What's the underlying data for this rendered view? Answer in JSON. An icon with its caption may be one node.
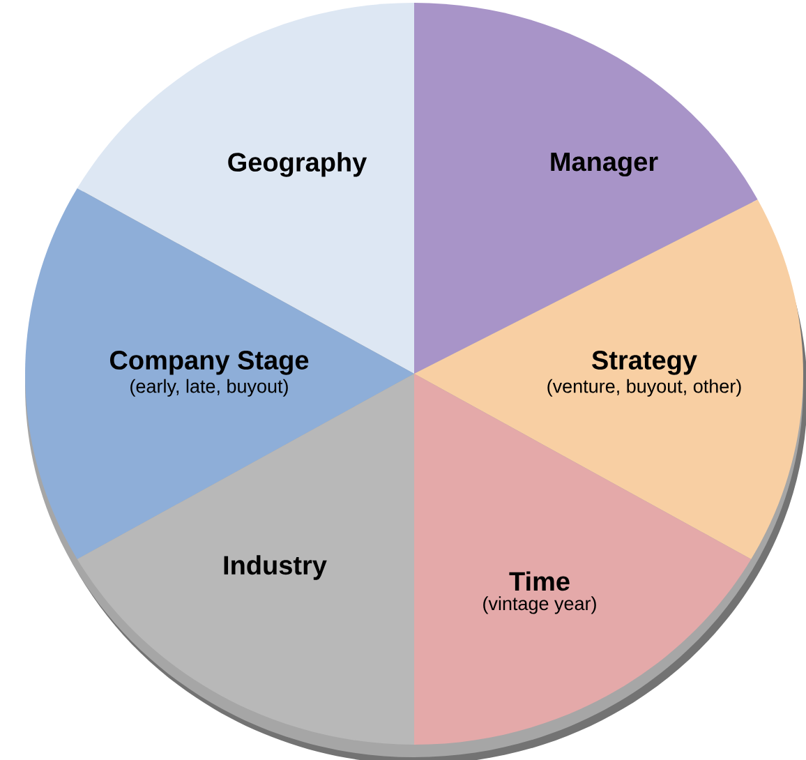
{
  "diagram": {
    "nodes": [
      {
        "text": [
          "Geography"
        ]
      },
      {
        "text": [
          "Manager"
        ]
      },
      {
        "text": [
          "Company Stage",
          "(early, late, buyout)"
        ]
      },
      {
        "text": [
          "Strategy",
          "(venture, buyout, other)"
        ]
      },
      {
        "text": [
          "Industry"
        ]
      },
      {
        "text": [
          "Time",
          "(vintage year)"
        ]
      }
    ]
  }
}
